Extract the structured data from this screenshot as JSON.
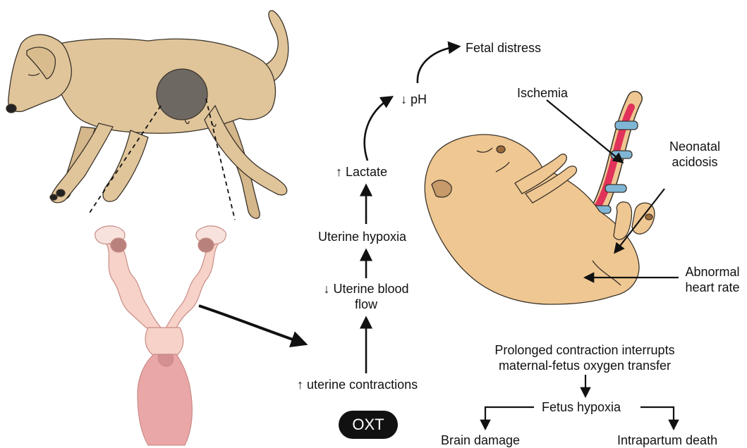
{
  "pathway": {
    "trigger": "OXT",
    "contractions": "↑ uterine contractions",
    "blood_flow": "↓ Uterine blood flow",
    "hypoxia": "Uterine hypoxia",
    "lactate": "↑ Lactate",
    "ph": "↓ pH",
    "distress": "Fetal distress"
  },
  "fetus": {
    "ischemia": "Ischemia",
    "acidosis": "Neonatal acidosis",
    "heart_rate": "Abnormal heart rate"
  },
  "outcomes": {
    "interruption": "Prolonged contraction interrupts maternal-fetus oxygen transfer",
    "fetus_hypoxia": "Fetus hypoxia",
    "brain": "Brain damage",
    "death": "Intrapartum death"
  },
  "colors": {
    "dog_fur": "#e0c59a",
    "zoom_region": "#6e6863",
    "uterus": "#f6d2c8",
    "cervix": "#eaa7a8",
    "puppy": "#efc792",
    "umbilical_cord": "#e0325a",
    "vessel_clamp": "#7fb6d6"
  }
}
